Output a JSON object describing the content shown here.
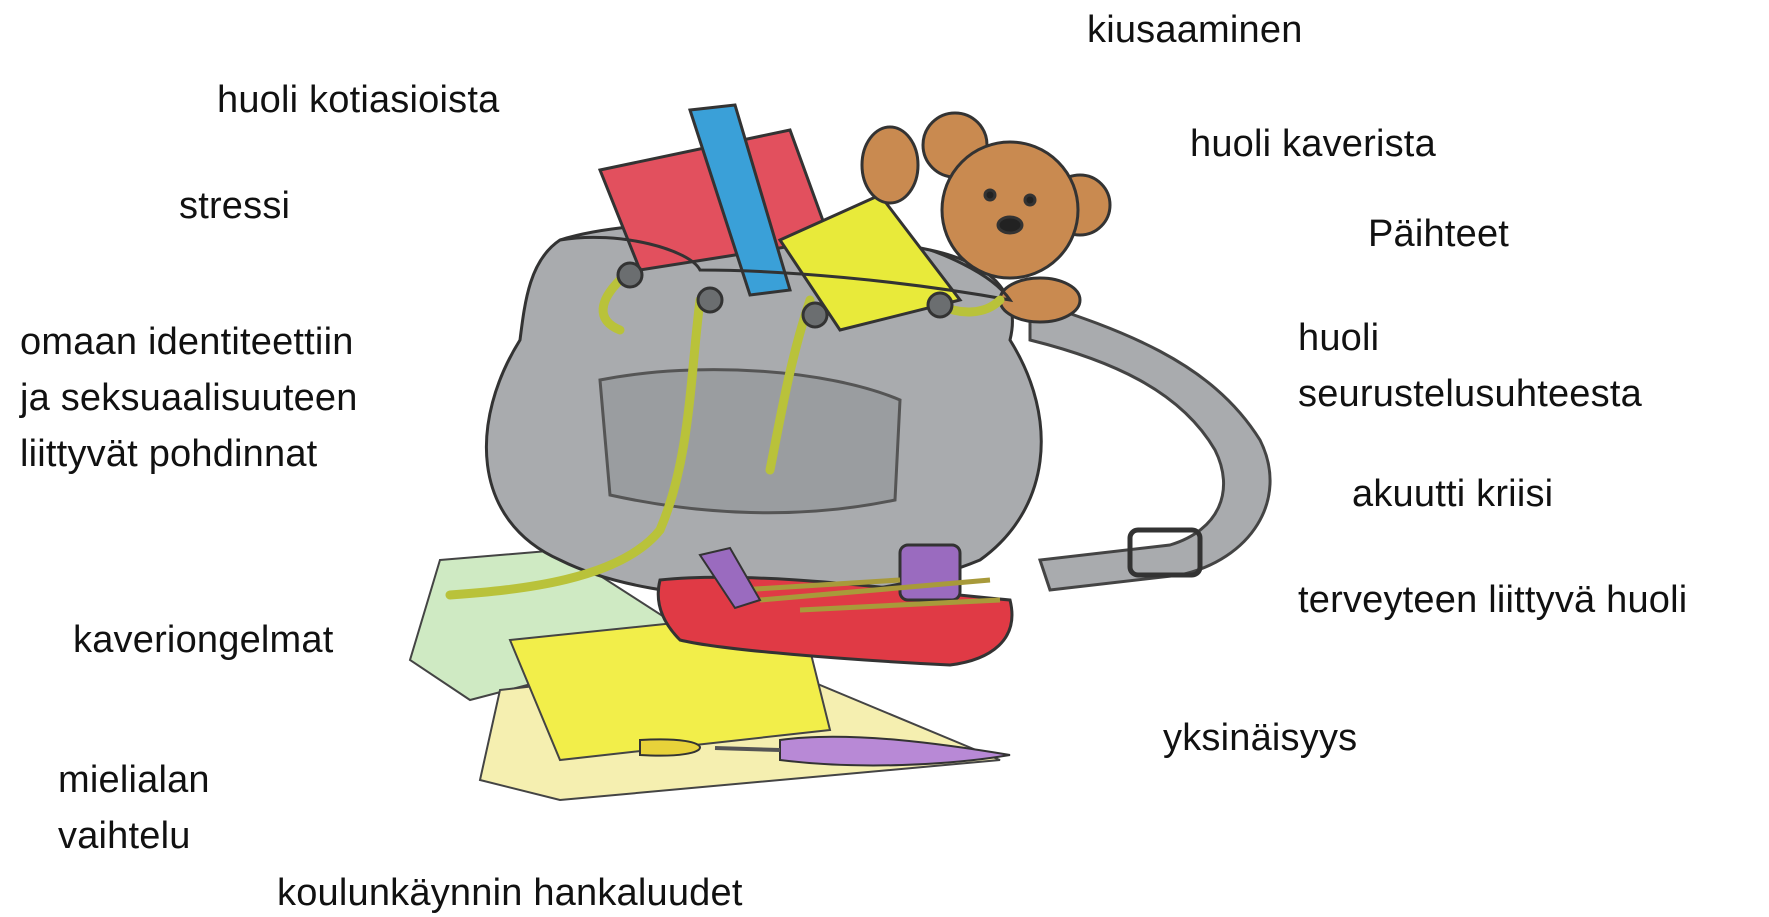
{
  "labels": {
    "kiusaaminen": "kiusaaminen",
    "huoli_kotiasioista": "huoli kotiasioista",
    "huoli_kaverista": "huoli kaverista",
    "stressi": "stressi",
    "paihteet": "Päihteet",
    "identiteetti": [
      "omaan identiteettiin",
      "ja seksuaalisuuteen",
      "liittyvät pohdinnat"
    ],
    "seurustelu": [
      "huoli",
      "seurustelusuhteesta"
    ],
    "akuutti_kriisi": "akuutti kriisi",
    "terveys": "terveyteen liittyvä huoli",
    "kaveriongelmat": "kaveriongelmat",
    "yksinaisyys": "yksinäisyys",
    "mieliala": [
      "mielialan",
      "vaihtelu"
    ],
    "koulunkaynti": "koulunkäynnin hankaluudet"
  },
  "illustration": {
    "subject": "backpack-with-books-teddy-bear-and-pencil-case",
    "colors": {
      "bag": "#a9abae",
      "bag_dark": "#7f8184",
      "book": "#e2505e",
      "ruler": "#3aa0d8",
      "notebook": "#e8ea3a",
      "teddy": "#c98a50",
      "rope": "#b9c23a",
      "pencil_case": "#e03a45",
      "paper_yellow": "#f2ee4a",
      "paper_pale": "#f5efb0",
      "paper_green": "#cfeac3",
      "purple": "#9a6bbf"
    }
  }
}
